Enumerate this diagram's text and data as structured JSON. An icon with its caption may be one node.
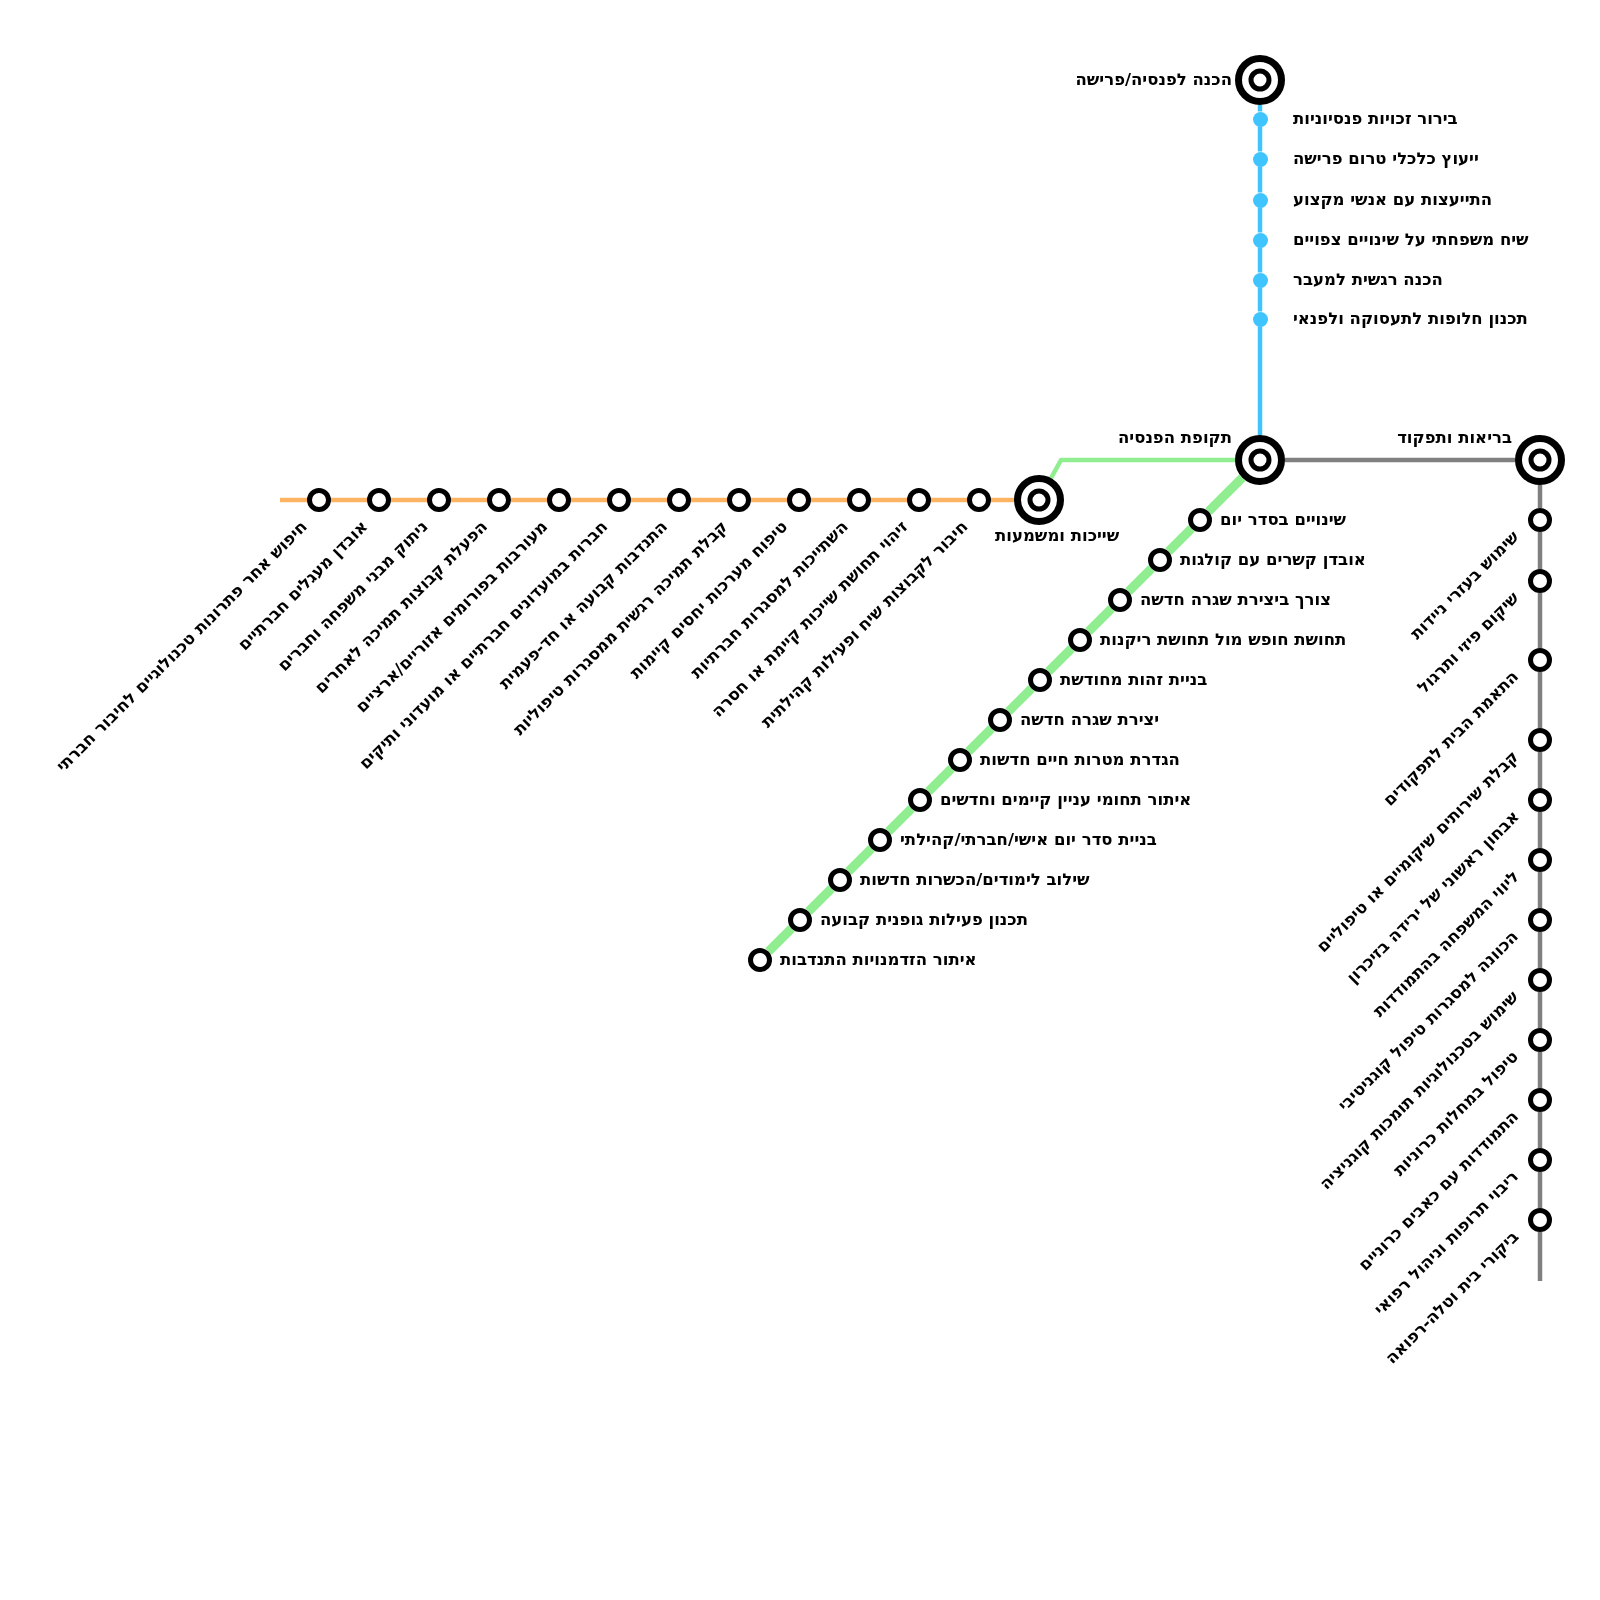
{
  "diagram": {
    "nodes": [
      {
        "text": [
          "הכנה לפנסיה/פרישה"
        ]
      },
      {
        "text": [
          "בירור זכויות פנסיוניות"
        ]
      },
      {
        "text": [
          "ייעוץ כלכלי טרום פרישה"
        ]
      },
      {
        "text": [
          "התייעצות עם אנשי מקצוע"
        ]
      },
      {
        "text": [
          "שיח משפחתי על שינויים צפויים"
        ]
      },
      {
        "text": [
          "הכנה רגשית למעבר"
        ]
      },
      {
        "text": [
          "תכנון חלופות לתעסוקה ולפנאי"
        ]
      },
      {
        "text": [
          "תקופת הפנסיה"
        ]
      },
      {
        "text": [
          "בריאות ותפקוד"
        ]
      },
      {
        "text": [
          "שינויים בסדר יום"
        ]
      },
      {
        "text": [
          "אובדן קשרים עם קולגות"
        ]
      },
      {
        "text": [
          "צורך ביצירת שגרה חדשה"
        ]
      },
      {
        "text": [
          "תחושת חופש מול תחושת ריקנות"
        ]
      },
      {
        "text": [
          "בניית זהות מחודשת"
        ]
      },
      {
        "text": [
          "יצירת שגרה חדשה"
        ]
      },
      {
        "text": [
          "הגדרת מטרות חיים חדשות"
        ]
      },
      {
        "text": [
          "איתור תחומי עניין קיימים וחדשים"
        ]
      },
      {
        "text": [
          "בניית סדר יום אישי/חברתי/קהילתי"
        ]
      },
      {
        "text": [
          "שילוב לימודים/הכשרות חדשות"
        ]
      },
      {
        "text": [
          "תכנון פעילות גופנית קבועה"
        ]
      },
      {
        "text": [
          "איתור הזדמנויות התנדבות"
        ]
      },
      {
        "text": [
          "שייכות ומשמעות"
        ]
      },
      {
        "text": [
          "חיבור לקבוצות שיח ופעילות קהילתית"
        ]
      },
      {
        "text": [
          "זיהוי תחושת שייכות קיימת או חסרה"
        ]
      },
      {
        "text": [
          "השתייכות למסגרות חברתיות"
        ]
      },
      {
        "text": [
          "טיפוח מערכות יחסים קיימות"
        ]
      },
      {
        "text": [
          "קבלת תמיכה רגשית ממסגרות טיפוליות"
        ]
      },
      {
        "text": [
          "התנדבות קבועה או חד-פעמית"
        ]
      },
      {
        "text": [
          "חברות במועדונים חברתיים או מועדוני ותיקים"
        ]
      },
      {
        "text": [
          "מעורבות בפורומים אזוריים/ארציים"
        ]
      },
      {
        "text": [
          "הפעלת קבוצות תמיכה לאחרים"
        ]
      },
      {
        "text": [
          "ניתוק מבני משפחה וחברים"
        ]
      },
      {
        "text": [
          "אובדן מעגלים חברתיים"
        ]
      },
      {
        "text": [
          "חיפוש אחר פתרונות טכנולוגיים לחיבור חברתי"
        ]
      },
      {
        "text": [
          "שימוש בעזרי ניידות"
        ]
      },
      {
        "text": [
          "שיקום פיזי ותרגול"
        ]
      },
      {
        "text": [
          "התאמת הבית לתפקודים"
        ]
      },
      {
        "text": [
          "קבלת שירותים שיקומיים או טיפוליים"
        ]
      },
      {
        "text": [
          "אבחון ראשוני של ירידה בזיכרון"
        ]
      },
      {
        "text": [
          "ליווי המשפחה בהתמודדות"
        ]
      },
      {
        "text": [
          "הכוונה למסגרות טיפול קוגניטיבי"
        ]
      },
      {
        "text": [
          "שימוש בטכנולוגיות תומכות קוגניציה"
        ]
      },
      {
        "text": [
          "טיפול במחלות כרוניות"
        ]
      },
      {
        "text": [
          "התמודדות עם כאבים כרוניים"
        ]
      },
      {
        "text": [
          "ריבוי תרופות וניהול רפואי"
        ]
      },
      {
        "text": [
          "ביקורי בית וטלה-רפואה"
        ]
      }
    ],
    "edges": [
      {
        "from": 0,
        "to": 1,
        "arrow": "none",
        "color": "#40c4ff"
      },
      {
        "from": 1,
        "to": 2,
        "arrow": "none",
        "color": "#40c4ff"
      },
      {
        "from": 2,
        "to": 3,
        "arrow": "none",
        "color": "#40c4ff"
      },
      {
        "from": 3,
        "to": 4,
        "arrow": "none",
        "color": "#40c4ff"
      },
      {
        "from": 4,
        "to": 5,
        "arrow": "none",
        "color": "#40c4ff"
      },
      {
        "from": 5,
        "to": 6,
        "arrow": "none",
        "color": "#40c4ff"
      },
      {
        "from": 6,
        "to": 7,
        "arrow": "none",
        "color": "#40c4ff"
      },
      {
        "from": 7,
        "to": 8,
        "arrow": "none",
        "color": "#808080"
      },
      {
        "from": 8,
        "to": 34,
        "arrow": "none",
        "color": "#808080"
      },
      {
        "from": 34,
        "to": 35,
        "arrow": "none",
        "color": "#808080"
      },
      {
        "from": 35,
        "to": 36,
        "arrow": "none",
        "color": "#808080"
      },
      {
        "from": 36,
        "to": 37,
        "arrow": "none",
        "color": "#808080"
      },
      {
        "from": 37,
        "to": 38,
        "arrow": "none",
        "color": "#808080"
      },
      {
        "from": 38,
        "to": 39,
        "arrow": "none",
        "color": "#808080"
      },
      {
        "from": 39,
        "to": 40,
        "arrow": "none",
        "color": "#808080"
      },
      {
        "from": 40,
        "to": 41,
        "arrow": "none",
        "color": "#808080"
      },
      {
        "from": 41,
        "to": 42,
        "arrow": "none",
        "color": "#808080"
      },
      {
        "from": 42,
        "to": 43,
        "arrow": "none",
        "color": "#808080"
      },
      {
        "from": 43,
        "to": 44,
        "arrow": "none",
        "color": "#808080"
      },
      {
        "from": 44,
        "to": 45,
        "arrow": "none",
        "color": "#808080"
      },
      {
        "from": 45,
        "to": null,
        "arrow": "none",
        "color": "#808080"
      },
      {
        "from": 7,
        "to": 9,
        "arrow": "none",
        "style": "thick",
        "color": "#90ee90"
      },
      {
        "from": 9,
        "to": 10,
        "arrow": "none",
        "style": "thick",
        "color": "#90ee90"
      },
      {
        "from": 10,
        "to": 11,
        "arrow": "none",
        "style": "thick",
        "color": "#90ee90"
      },
      {
        "from": 11,
        "to": 12,
        "arrow": "none",
        "style": "thick",
        "color": "#90ee90"
      },
      {
        "from": 12,
        "to": 13,
        "arrow": "none",
        "style": "thick",
        "color": "#90ee90"
      },
      {
        "from": 13,
        "to": 14,
        "arrow": "none",
        "style": "thick",
        "color": "#90ee90"
      },
      {
        "from": 14,
        "to": 15,
        "arrow": "none",
        "style": "thick",
        "color": "#90ee90"
      },
      {
        "from": 15,
        "to": 16,
        "arrow": "none",
        "style": "thick",
        "color": "#90ee90"
      },
      {
        "from": 16,
        "to": 17,
        "arrow": "none",
        "style": "thick",
        "color": "#90ee90"
      },
      {
        "from": 17,
        "to": 18,
        "arrow": "none",
        "style": "thick",
        "color": "#90ee90"
      },
      {
        "from": 18,
        "to": 19,
        "arrow": "none",
        "style": "thick",
        "color": "#90ee90"
      },
      {
        "from": 19,
        "to": 20,
        "arrow": "none",
        "style": "thick",
        "color": "#90ee90"
      },
      {
        "from": 7,
        "to": 21,
        "arrow": "none",
        "color": "#90ee90"
      },
      {
        "from": 21,
        "to": 22,
        "arrow": "none",
        "color": "#fdb462"
      },
      {
        "from": 22,
        "to": 23,
        "arrow": "none",
        "color": "#fdb462"
      },
      {
        "from": 23,
        "to": 24,
        "arrow": "none",
        "color": "#fdb462"
      },
      {
        "from": 24,
        "to": 25,
        "arrow": "none",
        "color": "#fdb462"
      },
      {
        "from": 25,
        "to": 26,
        "arrow": "none",
        "color": "#fdb462"
      },
      {
        "from": 26,
        "to": 27,
        "arrow": "none",
        "color": "#fdb462"
      },
      {
        "from": 27,
        "to": 28,
        "arrow": "none",
        "color": "#fdb462"
      },
      {
        "from": 28,
        "to": 29,
        "arrow": "none",
        "color": "#fdb462"
      },
      {
        "from": 29,
        "to": 30,
        "arrow": "none",
        "color": "#fdb462"
      },
      {
        "from": 30,
        "to": 31,
        "arrow": "none",
        "color": "#fdb462"
      },
      {
        "from": 31,
        "to": 32,
        "arrow": "none",
        "color": "#fdb462"
      },
      {
        "from": 32,
        "to": 33,
        "arrow": "none",
        "color": "#fdb462"
      },
      {
        "from": 33,
        "to": null,
        "arrow": "none",
        "color": "#fdb462"
      }
    ]
  }
}
